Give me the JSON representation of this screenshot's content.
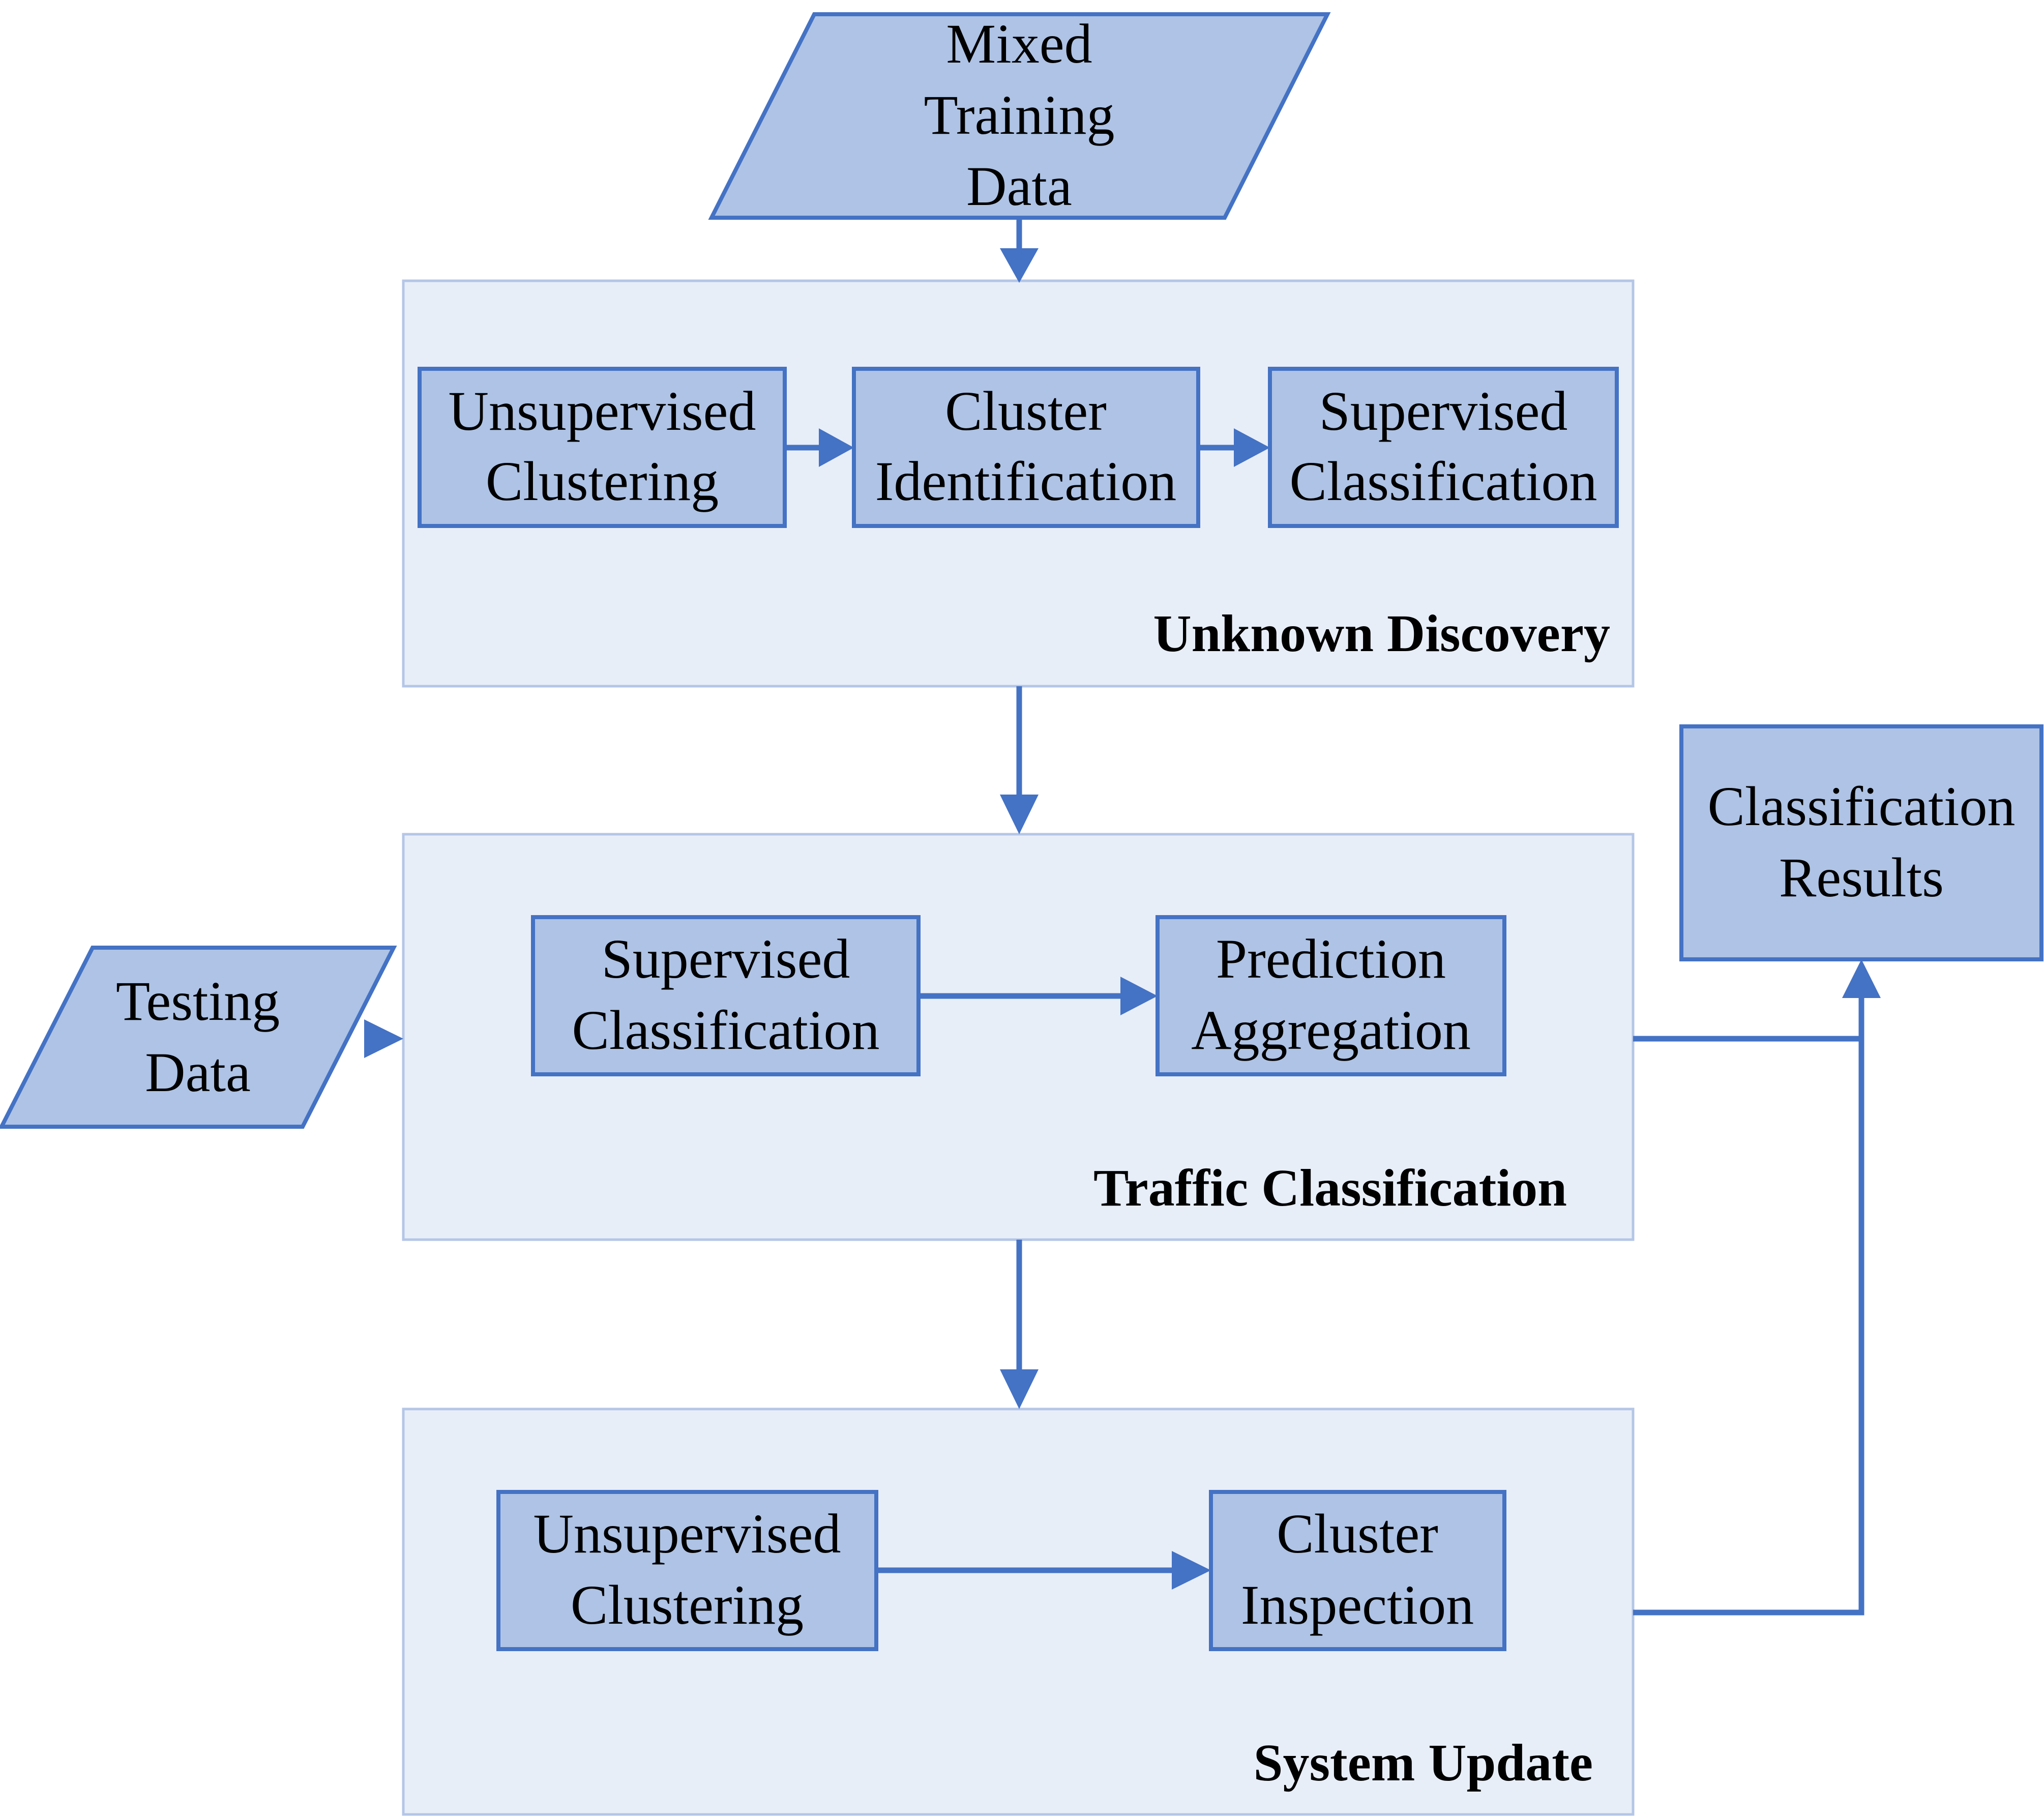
{
  "colors": {
    "panel_fill": "#e8eef8",
    "panel_border": "#b4c6e7",
    "node_fill": "#aec3e5",
    "node_border": "#4472c4",
    "connector": "#4472c4",
    "text": "#000000"
  },
  "inputs": {
    "mixed_training_data": [
      "Mixed",
      "Training",
      "Data"
    ],
    "testing_data": [
      "Testing",
      "Data"
    ]
  },
  "stages": {
    "unknown_discovery": {
      "title": "Unknown Discovery",
      "steps": [
        [
          "Unsupervised",
          "Clustering"
        ],
        [
          "Cluster",
          "Identification"
        ],
        [
          "Supervised",
          "Classification"
        ]
      ]
    },
    "traffic_classification": {
      "title": "Traffic Classification",
      "steps": [
        [
          "Supervised",
          "Classification"
        ],
        [
          "Prediction",
          "Aggregation"
        ]
      ]
    },
    "system_update": {
      "title": "System Update",
      "steps": [
        [
          "Unsupervised",
          "Clustering"
        ],
        [
          "Cluster",
          "Inspection"
        ]
      ]
    }
  },
  "output": {
    "classification_results": [
      "Classification",
      "Results"
    ]
  }
}
